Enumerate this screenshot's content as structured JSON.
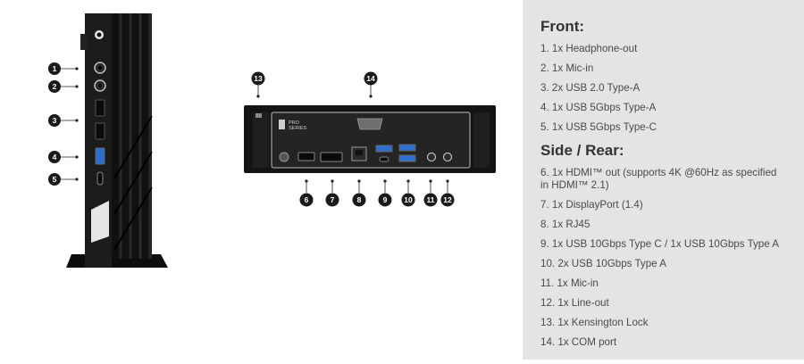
{
  "front": {
    "heading": "Front:",
    "items": [
      "1. 1x Headphone-out",
      "2. 1x Mic-in",
      "3. 2x USB 2.0 Type-A",
      "4. 1x USB 5Gbps Type-A",
      "5. 1x USB 5Gbps Type-C"
    ]
  },
  "rear": {
    "heading": "Side / Rear:",
    "items": [
      "6. 1x HDMI™ out (supports 4K @60Hz as specified in HDMI™ 2.1)",
      "7. 1x DisplayPort (1.4)",
      "8. 1x RJ45",
      "9. 1x USB 10Gbps Type C / 1x USB 10Gbps Type A",
      "10. 2x USB 10Gbps Type A",
      "11. 1x Mic-in",
      "12. 1x Line-out",
      "13. 1x Kensington Lock",
      "14. 1x COM port"
    ]
  },
  "callouts": {
    "front": [
      "1",
      "2",
      "3",
      "4",
      "5"
    ],
    "rear": [
      "6",
      "7",
      "8",
      "9",
      "10",
      "11",
      "12"
    ],
    "top": [
      "13",
      "14"
    ]
  },
  "product": {
    "logo_line1": "PRO",
    "logo_line2": "SERIES"
  },
  "colors": {
    "panel_bg": "#e3e4e6",
    "device_body": "#111111",
    "callout": "#1a1a1a",
    "usb_blue": "#2f6fd0"
  }
}
